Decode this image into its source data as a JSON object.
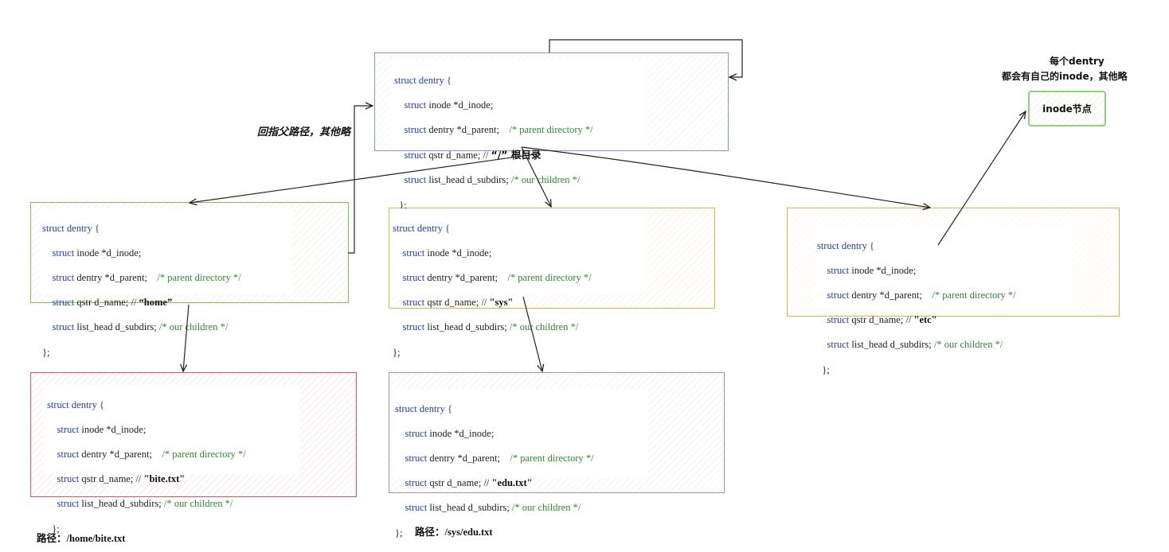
{
  "code": {
    "line1": "struct dentry {",
    "line2_kw": "struct",
    "line2_rest": " inode *d_inode;",
    "line3_kw": "struct",
    "line3_rest": " dentry *d_parent;",
    "line3_cm": "/* parent directory */",
    "line4_kw": "struct",
    "line4_rest": " qstr d_name; // ",
    "line5_kw": "struct",
    "line5_rest": " list_head d_subdirs; ",
    "line5_cm": "/* our children */",
    "line6": "};"
  },
  "nodes": {
    "root": {
      "name": "“/” 根目录"
    },
    "home": {
      "name": "“home”"
    },
    "sys": {
      "name": "\"sys\""
    },
    "etc": {
      "name": "\"etc\""
    },
    "bite": {
      "name": "\"bite.txt\""
    },
    "edu": {
      "name": "\"edu.txt\""
    }
  },
  "notes": {
    "parent_back": "回指父路径，其他略",
    "each_line1": "每个dentry",
    "each_line2": "都会有自己的inode，其他略",
    "inode_node": "inode节点"
  },
  "paths": {
    "label": "路径：",
    "home": "/home/bite.txt",
    "sys": "/sys/edu.txt"
  }
}
